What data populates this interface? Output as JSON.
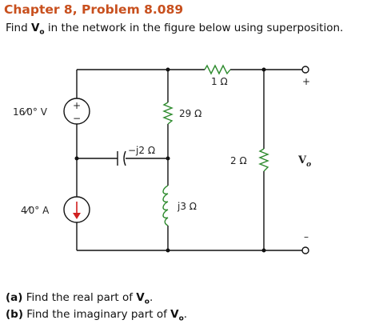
{
  "header": {
    "title": "Chapter 8, Problem 8.089",
    "prompt_before": "Find ",
    "prompt_var": "V",
    "prompt_sub": "o",
    "prompt_after": " in the network in the figure below using superposition."
  },
  "circuit": {
    "voltage_source_label": "16⁄0° V",
    "current_source_label": "4⁄0° A",
    "resistor_1_label": "1 Ω",
    "resistor_29_label": "29 Ω",
    "resistor_2_label": "2 Ω",
    "capacitor_label": "−j2 Ω",
    "inductor_label": "j3 Ω",
    "output_label": "V",
    "output_sub": "o",
    "plus_sign": "+",
    "minus_sign": "–",
    "source_plus": "+",
    "source_minus": "−"
  },
  "parts": {
    "a_label": "(a)",
    "a_text": " Find the real part of ",
    "a_var": "V",
    "a_sub": "o",
    "a_end": ".",
    "b_label": "(b)",
    "b_text": " Find the imaginary part of ",
    "b_var": "V",
    "b_sub": "o",
    "b_end": "."
  },
  "colors": {
    "title": "#c8501e",
    "wire": "#111111",
    "resistor": "#2e8b2e",
    "current_arrow": "#d02020"
  }
}
